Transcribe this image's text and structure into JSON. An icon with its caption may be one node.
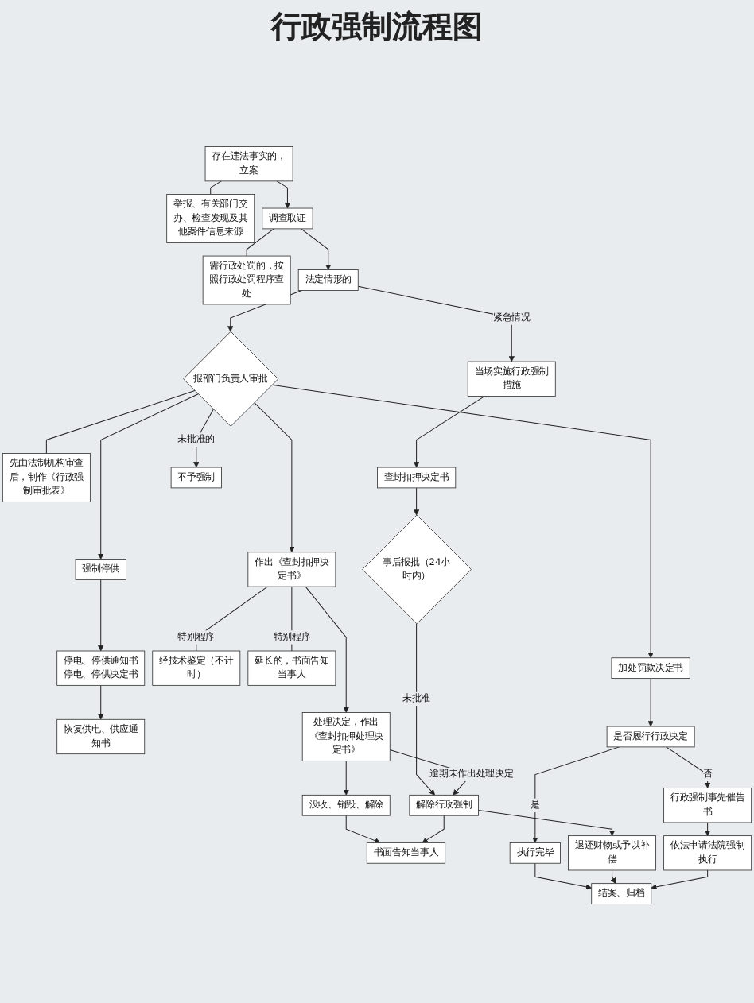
{
  "diagram": {
    "title": "行政强制流程图",
    "nodes": [
      {
        "text": [
          "存在违法事实的，立案"
        ]
      },
      {
        "text": [
          "举报、有关部门交办、检查发现及其他案件信息来源"
        ]
      },
      {
        "text": [
          "调查取证"
        ]
      },
      {
        "text": [
          "需行政处罚的，按照行政处罚程序查处"
        ]
      },
      {
        "text": [
          "法定情形的"
        ]
      },
      {
        "text": [
          "当场实施行政强制措施"
        ]
      },
      {
        "text": [
          "报部门负责人审批"
        ]
      },
      {
        "text": [
          "先由法制机构审查后，制作《行政强制审批表》"
        ]
      },
      {
        "text": [
          "查封扣押决定书"
        ]
      },
      {
        "text": [
          "不予强制"
        ]
      },
      {
        "text": [
          "事后报批（24小时内）"
        ]
      },
      {
        "text": [
          "强制停供"
        ]
      },
      {
        "text": [
          "作出《查封扣押决定书》"
        ]
      },
      {
        "text": [
          "停电、停供通知书",
          "停电、停供决定书"
        ]
      },
      {
        "text": [
          "经技术鉴定（不计时）"
        ]
      },
      {
        "text": [
          "恢复供电、供应通知书"
        ]
      },
      {
        "text": [
          "延长的，书面告知当事人"
        ]
      },
      {
        "text": [
          "处理决定，作出《查封扣押处理决定书》"
        ]
      },
      {
        "text": [
          "解除行政强制"
        ]
      },
      {
        "text": [
          "没收、销毁、解除"
        ]
      },
      {
        "text": [
          "书面告知当事人"
        ]
      },
      {
        "text": [
          "退还财物或予以补偿"
        ]
      },
      {
        "text": [
          "加处罚款决定书"
        ]
      },
      {
        "text": [
          "是否履行行政决定"
        ]
      },
      {
        "text": [
          "行政强制事先催告书"
        ]
      },
      {
        "text": [
          "执行完毕"
        ]
      },
      {
        "text": [
          "依法申请法院强制执行"
        ]
      },
      {
        "text": [
          "结案、归档"
        ]
      }
    ],
    "edges": [
      {
        "from": 0,
        "to": 1,
        "arrow": "none"
      },
      {
        "from": 0,
        "to": 2,
        "arrow": "to"
      },
      {
        "from": 2,
        "to": 3,
        "arrow": "none"
      },
      {
        "from": 2,
        "to": 4,
        "arrow": "to"
      },
      {
        "from": 4,
        "to": 5,
        "arrow": "to",
        "label": "紧急情况"
      },
      {
        "from": 4,
        "to": 6,
        "arrow": "to"
      },
      {
        "from": 6,
        "to": 7,
        "arrow": "none"
      },
      {
        "from": 5,
        "to": 8,
        "arrow": "to"
      },
      {
        "from": 6,
        "to": 9,
        "arrow": "to",
        "label": "未批准的"
      },
      {
        "from": 8,
        "to": 10,
        "arrow": "to"
      },
      {
        "from": 6,
        "to": 11,
        "arrow": "to"
      },
      {
        "from": 6,
        "to": 22,
        "arrow": "to"
      },
      {
        "from": 6,
        "to": 12,
        "arrow": "to"
      },
      {
        "from": 11,
        "to": 13,
        "arrow": "to"
      },
      {
        "from": 13,
        "to": 15,
        "arrow": "to"
      },
      {
        "from": 12,
        "to": 14,
        "arrow": "none",
        "label": "特别程序"
      },
      {
        "from": 12,
        "to": 16,
        "arrow": "none",
        "label": "特别程序"
      },
      {
        "from": 12,
        "to": 17,
        "arrow": "to"
      },
      {
        "from": 10,
        "to": 18,
        "arrow": "to",
        "label": "未批准"
      },
      {
        "from": 17,
        "to": 18,
        "arrow": "to",
        "label": "逾期未作出处理决定"
      },
      {
        "from": 17,
        "to": 19,
        "arrow": "to"
      },
      {
        "from": 19,
        "to": 20,
        "arrow": "to"
      },
      {
        "from": 18,
        "to": 20,
        "arrow": "to"
      },
      {
        "from": 18,
        "to": 21,
        "arrow": "to"
      },
      {
        "from": 22,
        "to": 23,
        "arrow": "to"
      },
      {
        "from": 23,
        "to": 24,
        "arrow": "to",
        "label": "否"
      },
      {
        "from": 23,
        "to": 25,
        "arrow": "to",
        "label": "是"
      },
      {
        "from": 24,
        "to": 26,
        "arrow": "to"
      },
      {
        "from": 25,
        "to": 27,
        "arrow": "to"
      },
      {
        "from": 21,
        "to": 27,
        "arrow": "to"
      },
      {
        "from": 26,
        "to": 27,
        "arrow": "to"
      }
    ]
  }
}
